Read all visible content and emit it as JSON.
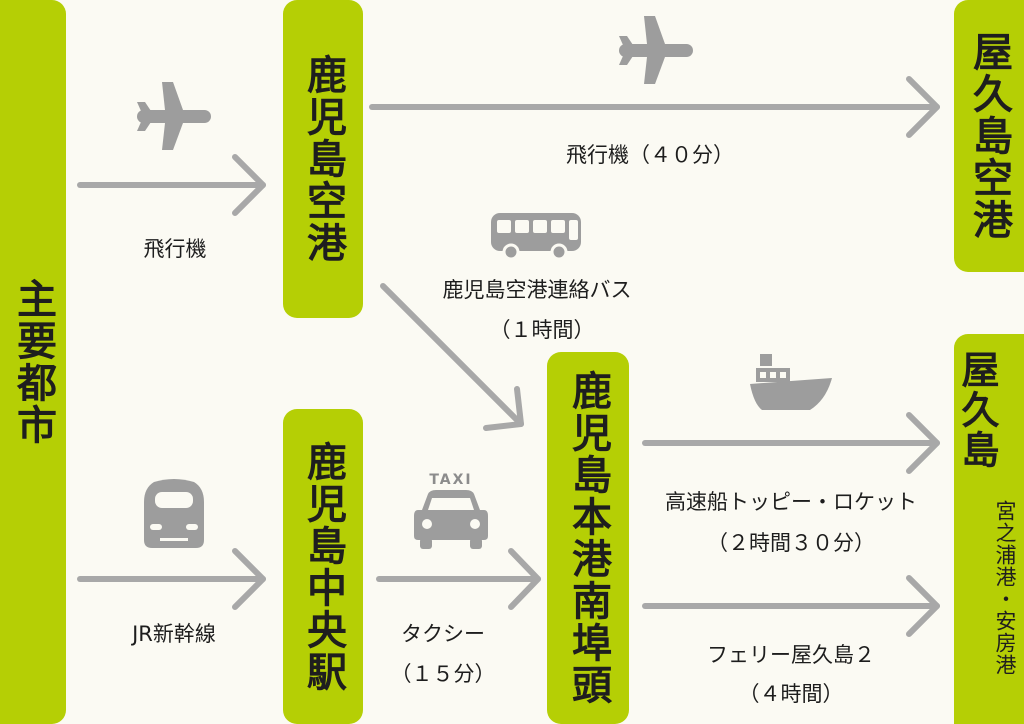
{
  "colors": {
    "node": "#b5cf05",
    "arrow": "#a8a8a8",
    "icon": "#9d9d9d",
    "background": "#fbfaf3"
  },
  "nodes": {
    "origin": "主要都市",
    "kagoshima_airport": "鹿児島空港",
    "kagoshima_chuo": "鹿児島中央駅",
    "kagoshima_port": "鹿児島本港南埠頭",
    "yakushima_airport": "屋久島空港",
    "yakushima": "屋久島",
    "yakushima_ports": "宮之浦港・安房港"
  },
  "labels": {
    "plane_to_airport": "飛行機",
    "shinkansen": "JR新幹線",
    "plane_to_yakushima": "飛行機（４０分）",
    "bus_name": "鹿児島空港連絡バス",
    "bus_time": "（１時間）",
    "taxi_name": "タクシー",
    "taxi_time": "（１５分）",
    "fast_boat_name": "高速船トッピー・ロケット",
    "fast_boat_time": "（２時間３０分）",
    "ferry_name": "フェリー屋久島２",
    "ferry_time": "（４時間）"
  },
  "icons": {
    "plane_1": "airplane-icon",
    "plane_2": "airplane-icon",
    "train": "shinkansen-icon",
    "bus": "bus-icon",
    "taxi": "taxi-icon",
    "taxi_sign": "TAXI",
    "ship": "ship-icon"
  }
}
